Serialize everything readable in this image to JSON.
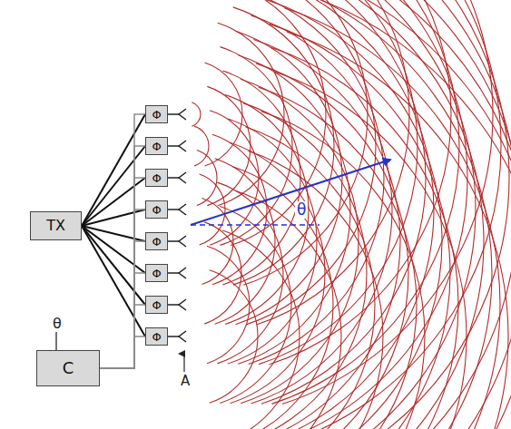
{
  "diagram": {
    "nodes": [
      {
        "text": [
          "TX"
        ]
      },
      {
        "text": [
          "Φ"
        ]
      },
      {
        "text": [
          "Φ"
        ]
      },
      {
        "text": [
          "Φ"
        ]
      },
      {
        "text": [
          "Φ"
        ]
      },
      {
        "text": [
          "Φ"
        ]
      },
      {
        "text": [
          "Φ"
        ]
      },
      {
        "text": [
          "Φ"
        ]
      },
      {
        "text": [
          "Φ"
        ]
      },
      {
        "text": [
          "C"
        ]
      }
    ],
    "edges": [
      {
        "from": 0,
        "to": 1,
        "arrow": "none"
      },
      {
        "from": 0,
        "to": 2,
        "arrow": "none"
      },
      {
        "from": 0,
        "to": 3,
        "arrow": "none"
      },
      {
        "from": 0,
        "to": 4,
        "arrow": "none"
      },
      {
        "from": 0,
        "to": 5,
        "arrow": "none"
      },
      {
        "from": 0,
        "to": 6,
        "arrow": "none"
      },
      {
        "from": 0,
        "to": 7,
        "arrow": "none"
      },
      {
        "from": 0,
        "to": 8,
        "arrow": "none"
      },
      {
        "from": 9,
        "to": 1,
        "arrow": "none"
      },
      {
        "from": 9,
        "to": 2,
        "arrow": "none"
      },
      {
        "from": 9,
        "to": 3,
        "arrow": "none"
      },
      {
        "from": 9,
        "to": 4,
        "arrow": "none"
      },
      {
        "from": 9,
        "to": 5,
        "arrow": "none"
      },
      {
        "from": 9,
        "to": 6,
        "arrow": "none"
      },
      {
        "from": 9,
        "to": 7,
        "arrow": "none"
      },
      {
        "from": 9,
        "to": 8,
        "arrow": "none"
      }
    ],
    "labels": [
      "θ",
      "θ",
      "A"
    ]
  }
}
